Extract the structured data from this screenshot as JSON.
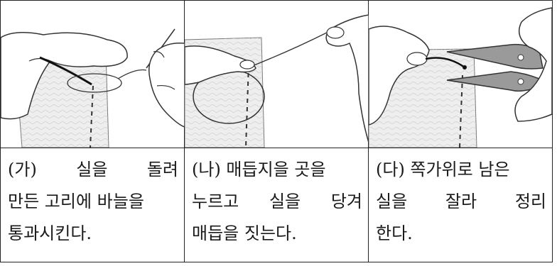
{
  "steps": [
    {
      "lines": [
        "(가) 실을 돌려",
        "만든 고리에 바늘을",
        "통과시킨다."
      ]
    },
    {
      "lines": [
        "(나) 매듭지을 곳을",
        "누르고 실을 당겨",
        "매듭을 짓는다."
      ]
    },
    {
      "lines": [
        "(다) 쪽가위로 남은",
        "실을 잘라 정리",
        "한다."
      ]
    }
  ]
}
